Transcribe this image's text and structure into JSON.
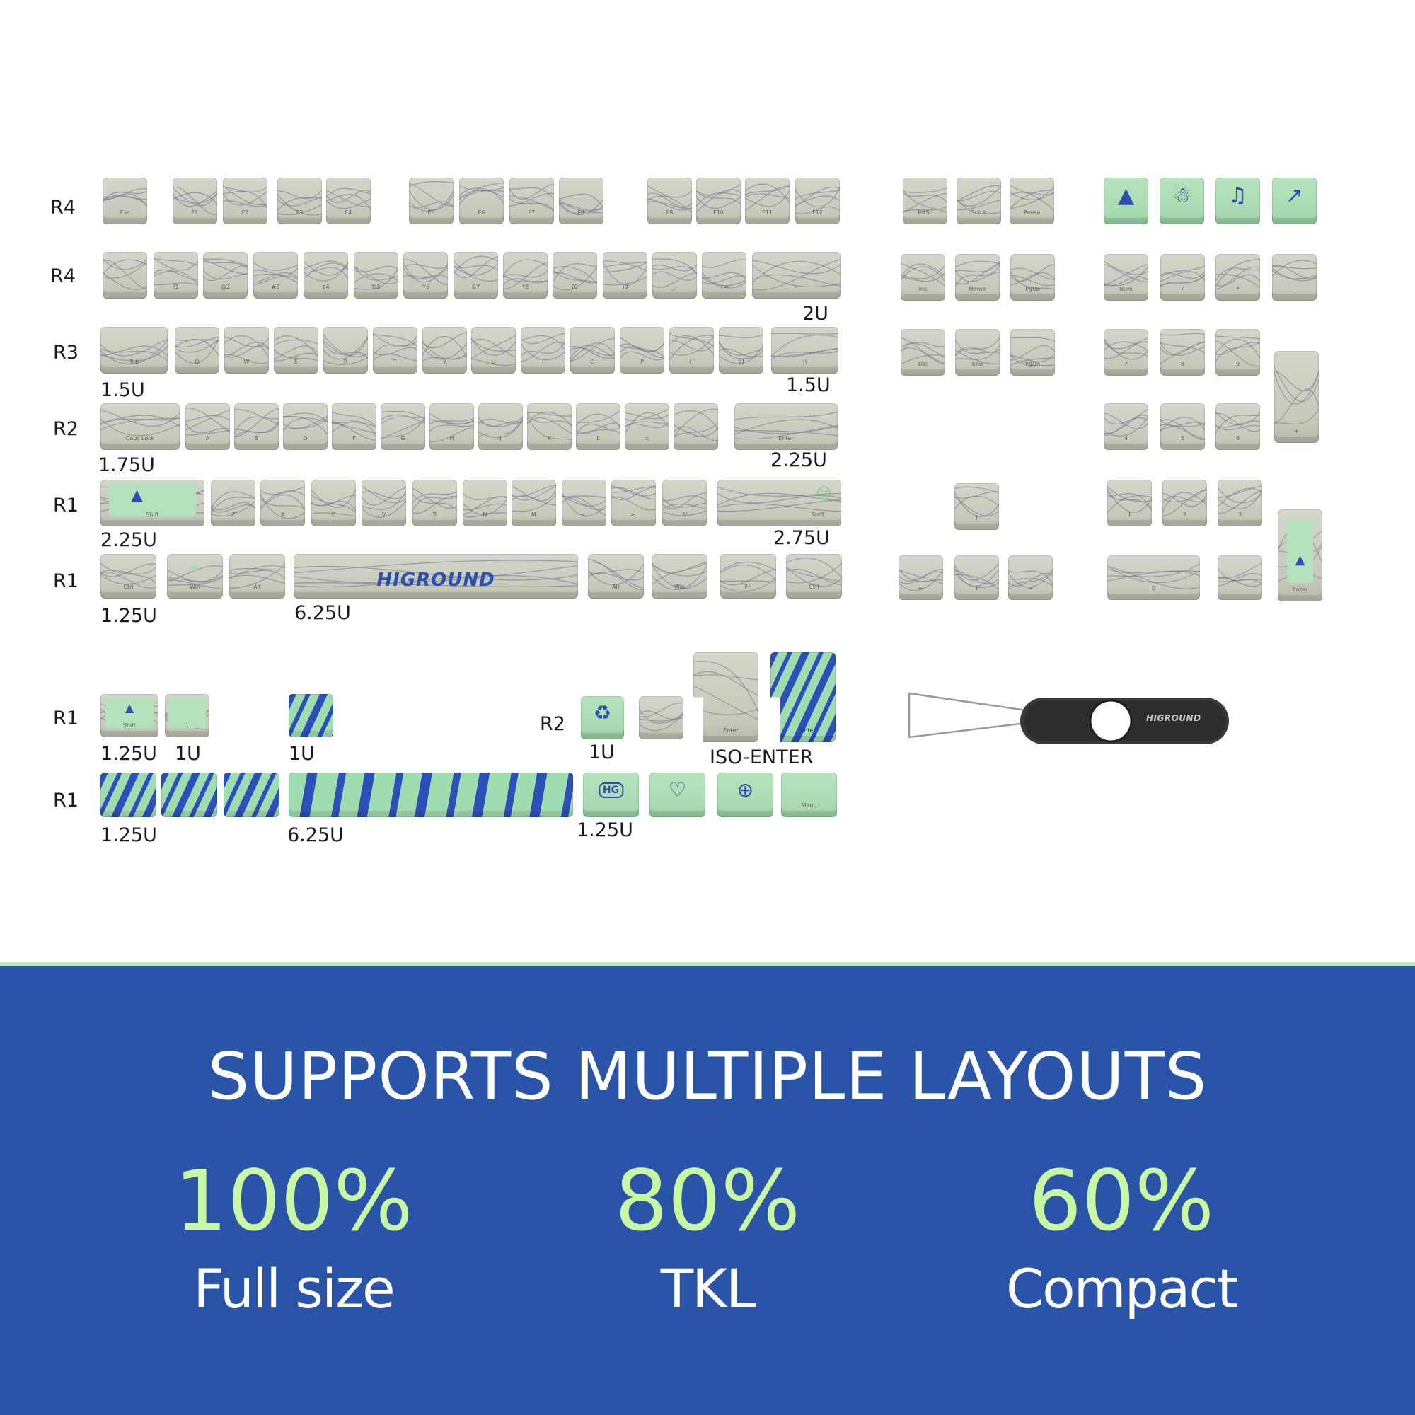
{
  "row_labels": [
    "R4",
    "R4",
    "R3",
    "R2",
    "R1",
    "R1",
    "R1",
    "R2",
    "R1"
  ],
  "size_labels": [
    "2U",
    "1.5U",
    "1.5U",
    "1.75U",
    "2.25U",
    "2.25U",
    "2.75U",
    "1.25U",
    "6.25U",
    "1.25U",
    "1U",
    "1U",
    "1U",
    "ISO-ENTER",
    "1.25U",
    "6.25U",
    "1.25U"
  ],
  "spacebar_brand": "HIGROUND",
  "puller_brand": "HIGROUND",
  "key_legends": {
    "r0": [
      "Esc",
      "F1",
      "F2",
      "F3",
      "F4",
      "F5",
      "F6",
      "F7",
      "F8",
      "F9",
      "F10",
      "F11",
      "F12",
      "PrtSc",
      "ScrLk",
      "Pause"
    ],
    "r1": [
      "~`",
      "!1",
      "@2",
      "#3",
      "$4",
      "%5",
      "^6",
      "&7",
      "*8",
      "(9",
      ")0",
      "_-",
      "+=",
      "←",
      "Ins",
      "Home",
      "PgUp",
      "Num",
      "/",
      "*",
      "−"
    ],
    "r2": [
      "Tab",
      "Q",
      "W",
      "E",
      "R",
      "T",
      "Y",
      "U",
      "I",
      "O",
      "P",
      "{[",
      "}]",
      "|\\",
      "Del",
      "End",
      "PgDn",
      "7",
      "8",
      "9",
      "+"
    ],
    "r3": [
      "Caps Lock",
      "A",
      "S",
      "D",
      "F",
      "G",
      "H",
      "J",
      "K",
      "L",
      ":;",
      "\"'",
      "Enter",
      "4",
      "5",
      "6"
    ],
    "r4": [
      "Shift",
      "Z",
      "X",
      "C",
      "V",
      "B",
      "N",
      "M",
      "<,",
      ">.",
      "?/",
      "Shift",
      "↑",
      "1",
      "2",
      "3"
    ],
    "r5": [
      "Ctrl",
      "Win",
      "Alt",
      "Alt",
      "Win",
      "Fn",
      "Ctrl",
      "←",
      "↓",
      "→",
      "0",
      ".",
      "Enter"
    ],
    "extras": [
      "Shift",
      "\\",
      "Enter",
      "Enter",
      "Menu"
    ]
  },
  "icons": {
    "mountain": "▲",
    "snowman": "☃",
    "music": "♫",
    "arrow": "↗",
    "smile": "☺",
    "recycle": "♻",
    "heart": "♡",
    "globe": "⊕",
    "hg": "HG",
    "win": "✦"
  },
  "banner": {
    "title": "SUPPORTS MULTIPLE LAYOUTS",
    "layouts": [
      {
        "percent": "100%",
        "name": "Full size"
      },
      {
        "percent": "80%",
        "name": "TKL"
      },
      {
        "percent": "60%",
        "name": "Compact"
      }
    ]
  },
  "colors": {
    "banner_bg": "#2a54a8",
    "banner_border": "#b7ecb6",
    "accent_green": "#c9f7a3",
    "key_gray": "#c6c8ba",
    "key_green": "#a7d9b0",
    "key_blue": "#2c4fb0"
  }
}
